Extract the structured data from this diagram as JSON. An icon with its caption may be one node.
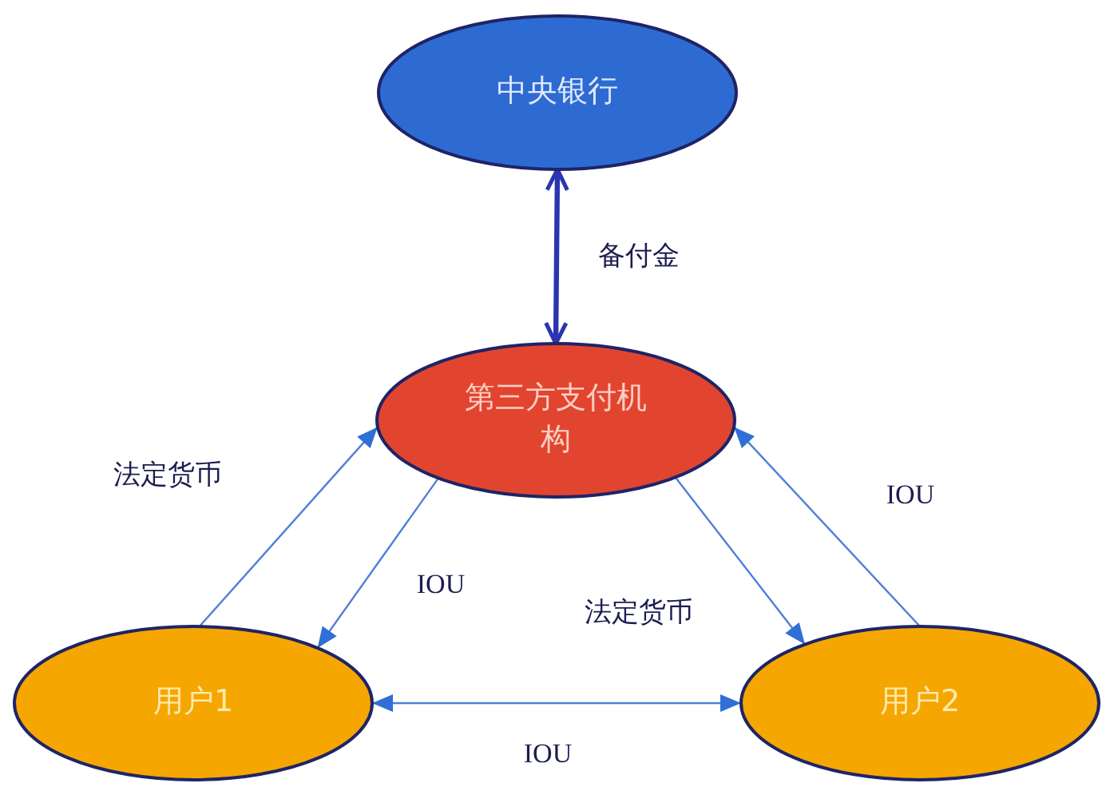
{
  "diagram": {
    "nodes": [
      {
        "text": [
          "中央银行"
        ]
      },
      {
        "text": [
          "第三方支付机构"
        ]
      },
      {
        "text": [
          "用户1"
        ]
      },
      {
        "text": [
          "用户2"
        ]
      }
    ],
    "edges": [
      {
        "from": 0,
        "to": 1,
        "arrow": "both",
        "label": "备付金",
        "style": "thick",
        "color": "#2b35b0"
      },
      {
        "from": 2,
        "to": 1,
        "arrow": "to",
        "label": "法定货币"
      },
      {
        "from": 1,
        "to": 2,
        "arrow": "to",
        "label": "IOU"
      },
      {
        "from": 1,
        "to": 3,
        "arrow": "to",
        "label": "法定货币"
      },
      {
        "from": 3,
        "to": 1,
        "arrow": "to",
        "label": "IOU"
      },
      {
        "from": 2,
        "to": 3,
        "arrow": "both",
        "label": "IOU"
      }
    ]
  }
}
